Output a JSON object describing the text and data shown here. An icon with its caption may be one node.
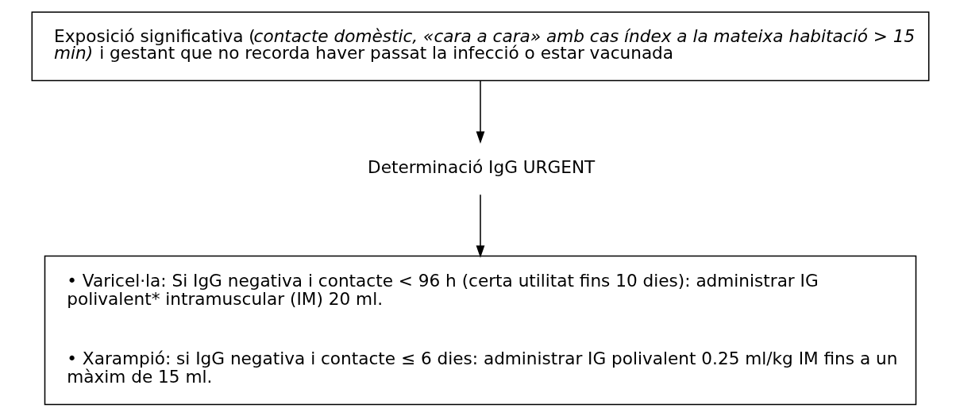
{
  "diagram": {
    "nodes": [
      {
        "text": [
          "Exposició significativa (*contacte domèstic, «cara a cara» amb cas índex a la mateixa habitació > 15 min)* i gestant que no recorda haver passat la infecció o estar vacunada"
        ]
      },
      {
        "text": [
          "Determinació IgG URGENT"
        ]
      },
      {
        "text": [
          "• Varicel·la: Si IgG negativa i contacte < 96 h (certa utilitat fins 10 dies): administrar IG polivalent* intramuscular (IM) 20 ml.",
          "• Xarampió: si IgG negativa i contacte ≤ 6 dies: administrar IG polivalent 0.25 ml/kg IM fins a un màxim de 15 ml."
        ]
      }
    ],
    "edges": [
      {
        "from": 0,
        "to": 1,
        "arrow": "to"
      },
      {
        "from": 1,
        "to": 2,
        "arrow": "to"
      }
    ]
  }
}
